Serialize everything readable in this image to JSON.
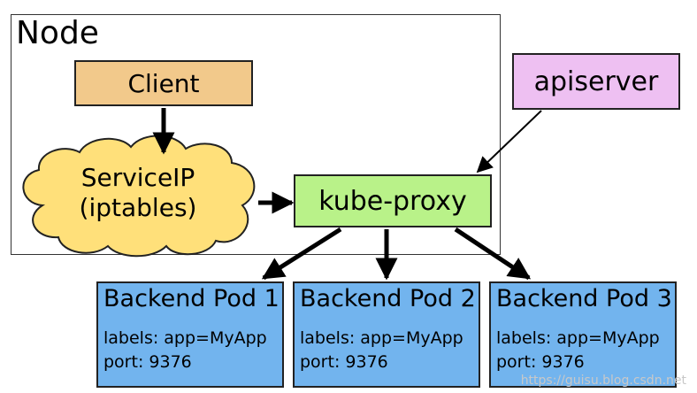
{
  "node": {
    "title": "Node"
  },
  "client": {
    "label": "Client"
  },
  "service_ip": {
    "line1": "ServiceIP",
    "line2": "(iptables)"
  },
  "apiserver": {
    "label": "apiserver"
  },
  "kube_proxy": {
    "label": "kube-proxy"
  },
  "pods": [
    {
      "title": "Backend Pod 1",
      "labels": "labels: app=MyApp",
      "port": "port: 9376"
    },
    {
      "title": "Backend Pod 2",
      "labels": "labels: app=MyApp",
      "port": "port: 9376"
    },
    {
      "title": "Backend Pod 3",
      "labels": "labels: app=MyApp",
      "port": "port: 9376"
    }
  ],
  "watermark": "https://guisu.blog.csdn.net",
  "colors": {
    "client": "#f2c98b",
    "apiserver": "#eec0f2",
    "kube_proxy": "#b9f289",
    "pod": "#72b4ee",
    "cloud": "#ffe07a"
  }
}
